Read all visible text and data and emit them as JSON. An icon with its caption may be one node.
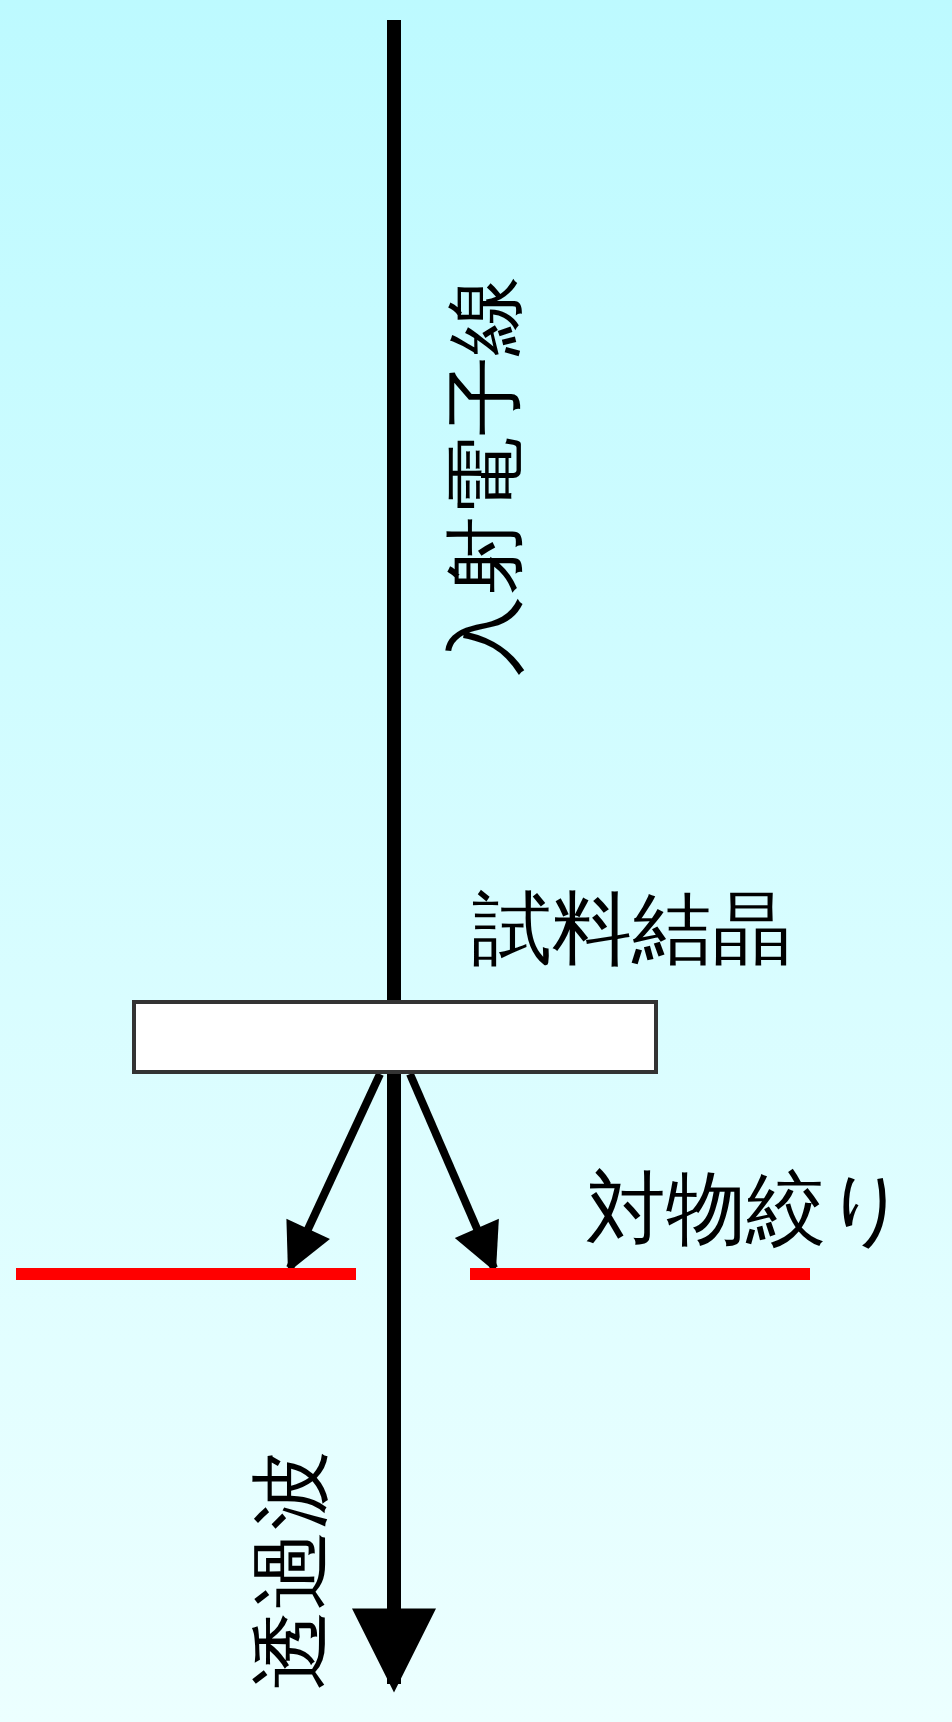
{
  "diagram": {
    "nodes": [
      {
        "text": [
          "試料結晶"
        ]
      },
      {
        "text": [],
        "shape": "bar"
      },
      {
        "text": [],
        "shape": "bar",
        "beside": [
          "対物絞り"
        ]
      }
    ],
    "edges": [
      {
        "from": null,
        "to": 0,
        "arrow": "none",
        "label": "入射電子線"
      },
      {
        "from": 0,
        "to": 1,
        "arrow": "to"
      },
      {
        "from": 0,
        "to": 2,
        "arrow": "to"
      },
      {
        "from": 0,
        "to": null,
        "arrow": "to",
        "label": "透過波"
      }
    ]
  }
}
